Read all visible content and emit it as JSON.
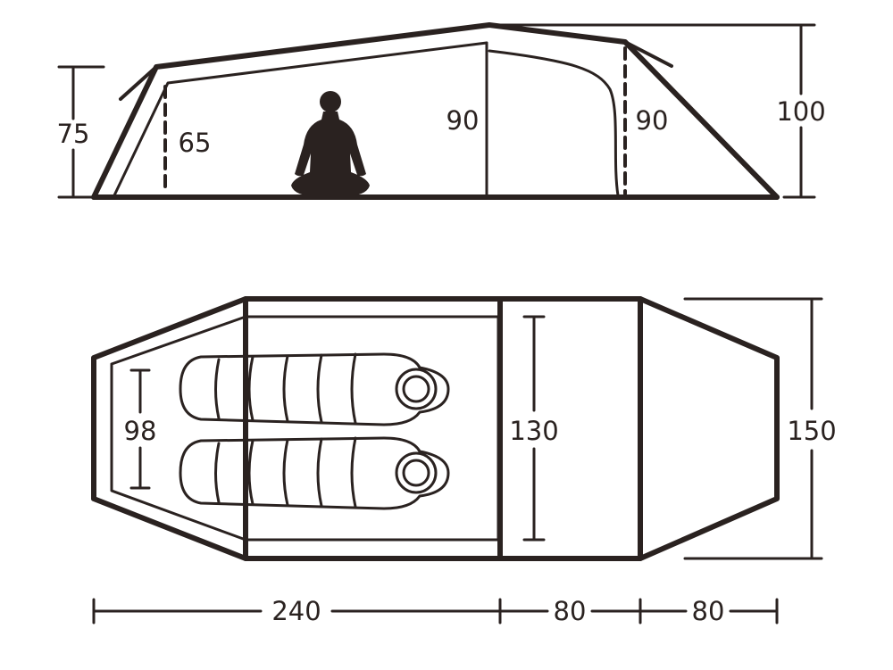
{
  "colors": {
    "ink": "#2a2220",
    "background": "#ffffff"
  },
  "side_view": {
    "dimensions": {
      "rear_end_height": "75",
      "rear_pole_height": "65",
      "center_pole_height": "90",
      "front_pole_height": "90",
      "total_height": "100"
    },
    "icons": [
      "person-silhouette-icon"
    ]
  },
  "top_view": {
    "dimensions": {
      "rear_end_width": "98",
      "vestibule_depth_width": "130",
      "overall_width": "150"
    },
    "icons": [
      "sleeping-bag-icon",
      "sleeping-bag-icon"
    ]
  },
  "length_dimensions": {
    "inner_tent_length": "240",
    "middle_section_length": "80",
    "vestibule_length": "80"
  }
}
